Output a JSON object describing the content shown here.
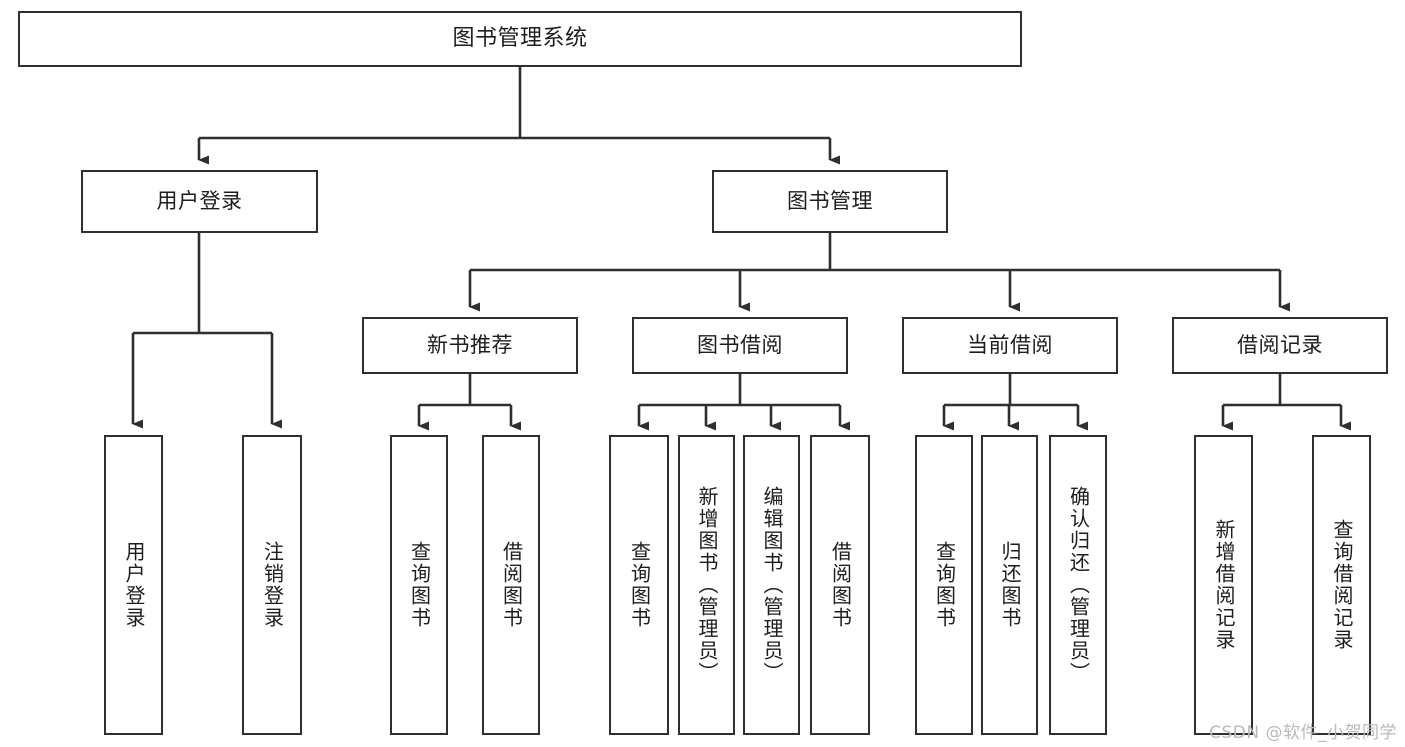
{
  "diagram": {
    "title": "图书管理系统",
    "watermark": "CSDN @软件_小贺同学",
    "line_color": "#2f2f2f",
    "background_color": "#ffffff",
    "text_color": "#1d1d1d",
    "watermark_color": "#b9b9b9",
    "nodes": {
      "root": "图书管理系统",
      "user_login": "用户登录",
      "book_manage": "图书管理",
      "new_book_recommend": "新书推荐",
      "book_borrow": "图书借阅",
      "current_borrow": "当前借阅",
      "borrow_record": "借阅记录",
      "leaf_user_login": "用户登录",
      "leaf_user_logout": "注销登录",
      "leaf_query_book_1": "查询图书",
      "leaf_borrow_book_1": "借阅图书",
      "leaf_query_book_2": "查询图书",
      "leaf_add_book_admin": "新增图书（管理员）",
      "leaf_edit_book_admin": "编辑图书（管理员）",
      "leaf_borrow_book_2": "借阅图书",
      "leaf_query_book_3": "查询图书",
      "leaf_return_book": "归还图书",
      "leaf_confirm_return_admin": "确认归还（管理员）",
      "leaf_add_borrow_record": "新增借阅记录",
      "leaf_query_borrow_record": "查询借阅记录"
    }
  }
}
